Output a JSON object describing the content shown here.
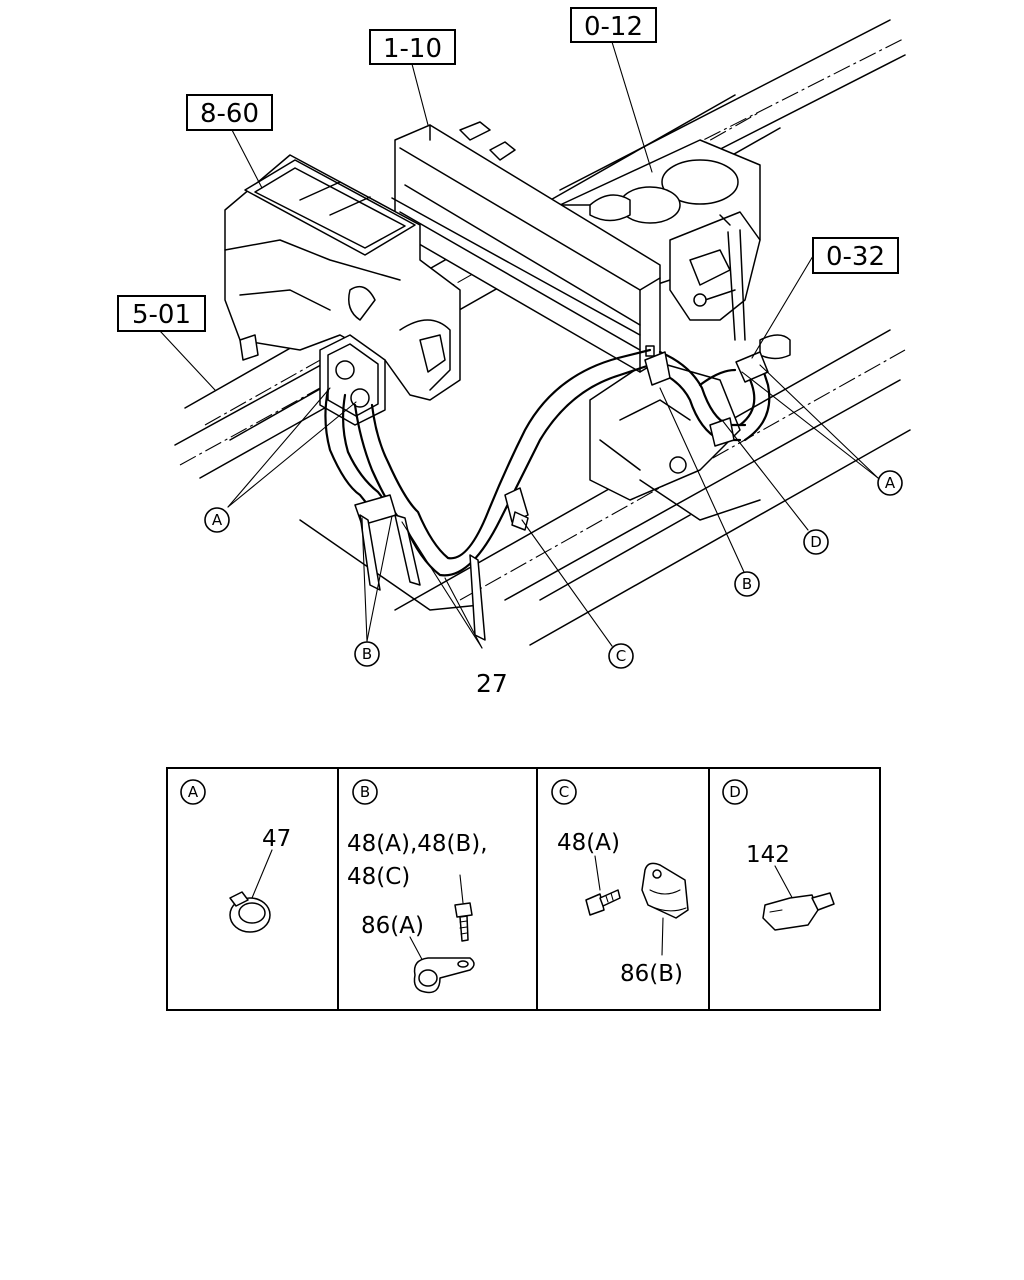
{
  "callouts": {
    "ref_8_60": "8-60",
    "ref_1_10": "1-10",
    "ref_0_12": "0-12",
    "ref_0_32": "0-32",
    "ref_5_01": "5-01",
    "part_27": "27"
  },
  "markers": {
    "a": "A",
    "b": "B",
    "c": "C",
    "d": "D"
  },
  "detail_table": {
    "cells": [
      {
        "marker": "A",
        "labels": [
          "47"
        ]
      },
      {
        "marker": "B",
        "labels": [
          "48(A),48(B),",
          "48(C)",
          "86(A)"
        ]
      },
      {
        "marker": "C",
        "labels": [
          "48(A)",
          "86(B)"
        ]
      },
      {
        "marker": "D",
        "labels": [
          "142"
        ]
      }
    ]
  }
}
